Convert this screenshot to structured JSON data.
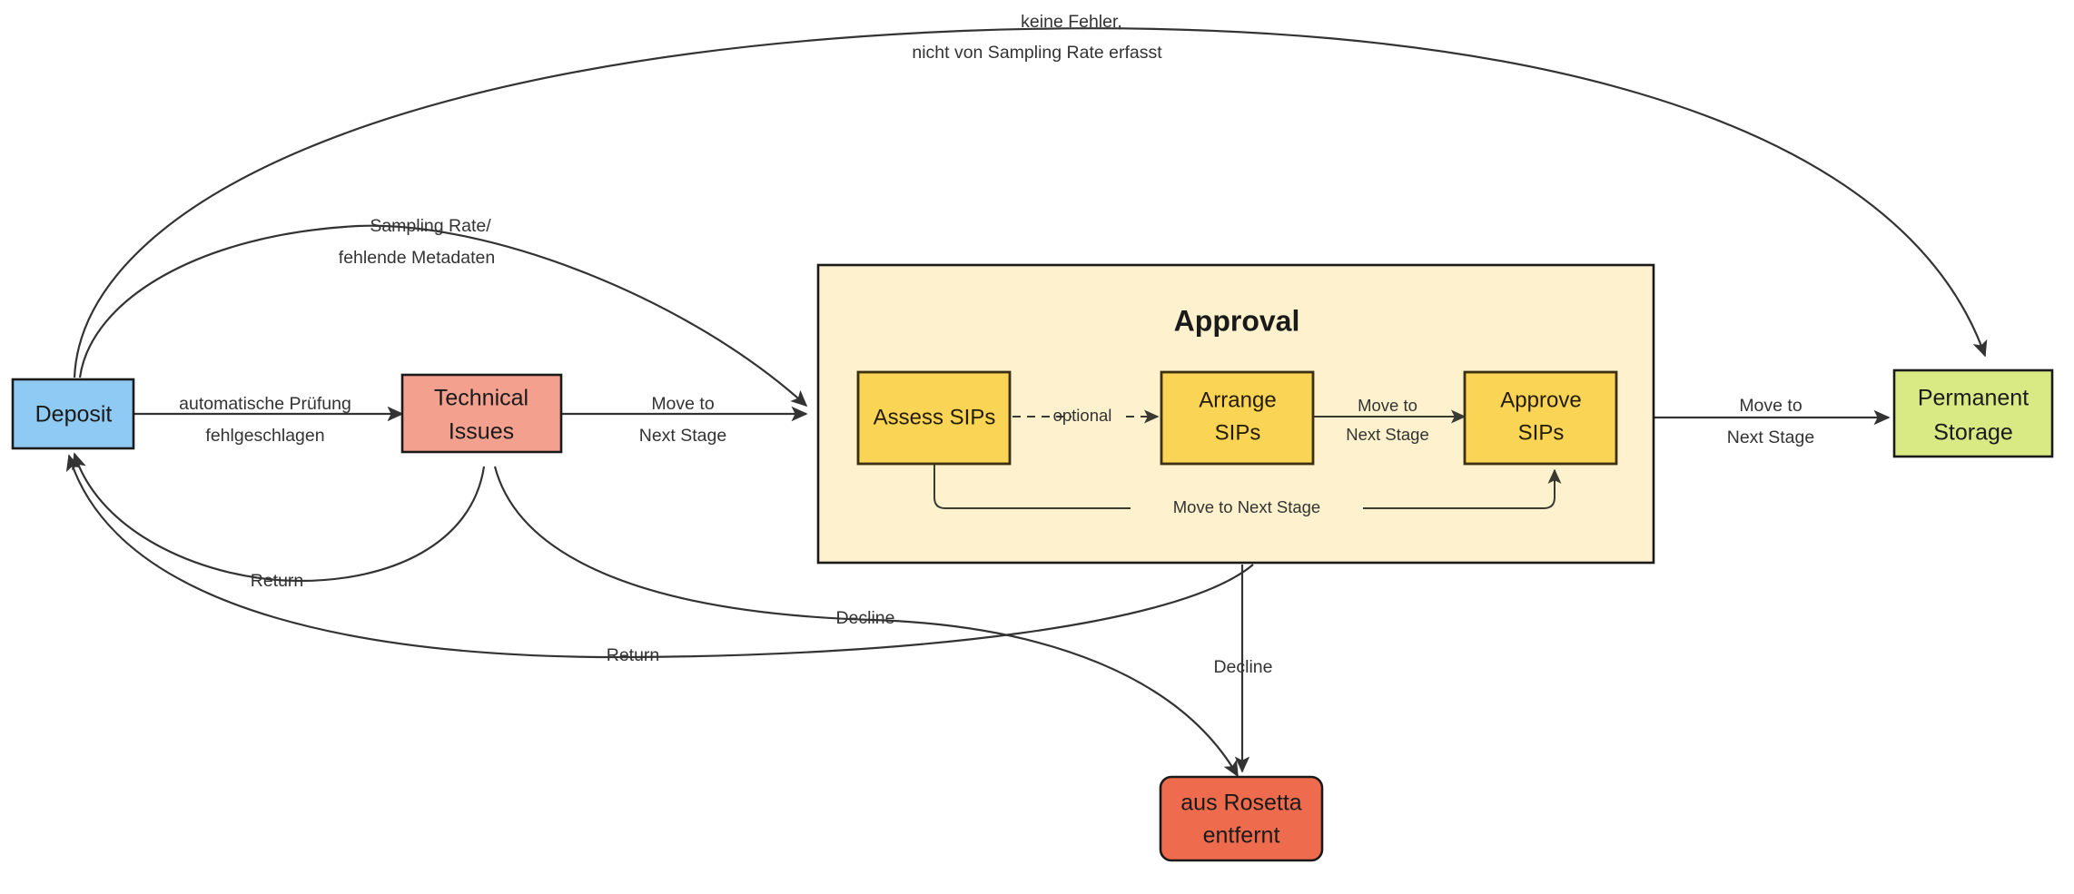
{
  "diagram": {
    "title": "Rosetta Deposit Workflow",
    "type": "flowchart",
    "colors": {
      "deposit_fill": "#8ecaf3",
      "technical_issues_fill": "#f4a08f",
      "approval_group_fill": "#fdf2cd",
      "sip_fill": "#fad555",
      "permanent_storage_fill": "#d9ea84",
      "removed_fill": "#ef6b4d",
      "edge_stroke": "#333333",
      "node_stroke": "#1a1a1a"
    }
  },
  "nodes": {
    "deposit": {
      "label": "Deposit",
      "shape": "rect"
    },
    "technical_issues": {
      "line1": "Technical",
      "line2": "Issues",
      "shape": "rect"
    },
    "approval_group": {
      "title": "Approval",
      "shape": "container"
    },
    "assess_sips": {
      "label": "Assess SIPs",
      "shape": "rect"
    },
    "arrange_sips": {
      "line1": "Arrange",
      "line2": "SIPs",
      "shape": "rect"
    },
    "approve_sips": {
      "line1": "Approve",
      "line2": "SIPs",
      "shape": "rect"
    },
    "permanent_storage": {
      "line1": "Permanent",
      "line2": "Storage",
      "shape": "rect"
    },
    "removed_from_rosetta": {
      "line1": "aus Rosetta",
      "line2": "entfernt",
      "shape": "rounded-rect"
    }
  },
  "edges": {
    "deposit_to_permanent": {
      "line1": "keine Fehler,",
      "line2": "nicht von Sampling Rate erfasst"
    },
    "deposit_to_approval": {
      "line1": "Sampling Rate/",
      "line2": "fehlende Metadaten"
    },
    "deposit_to_technical": {
      "line1": "automatische Prüfung",
      "line2": "fehlgeschlagen"
    },
    "technical_to_approval": {
      "line1": "Move to",
      "line2": "Next Stage"
    },
    "assess_to_arrange": {
      "label": "optional"
    },
    "arrange_to_approve": {
      "line1": "Move to",
      "line2": "Next Stage"
    },
    "assess_to_approve": {
      "label": "Move to Next Stage"
    },
    "approval_to_permanent": {
      "line1": "Move to",
      "line2": "Next Stage"
    },
    "technical_to_deposit": {
      "label": "Return"
    },
    "approval_to_deposit": {
      "label": "Return"
    },
    "technical_to_removed": {
      "label": "Decline"
    },
    "approval_to_removed": {
      "label": "Decline"
    }
  }
}
